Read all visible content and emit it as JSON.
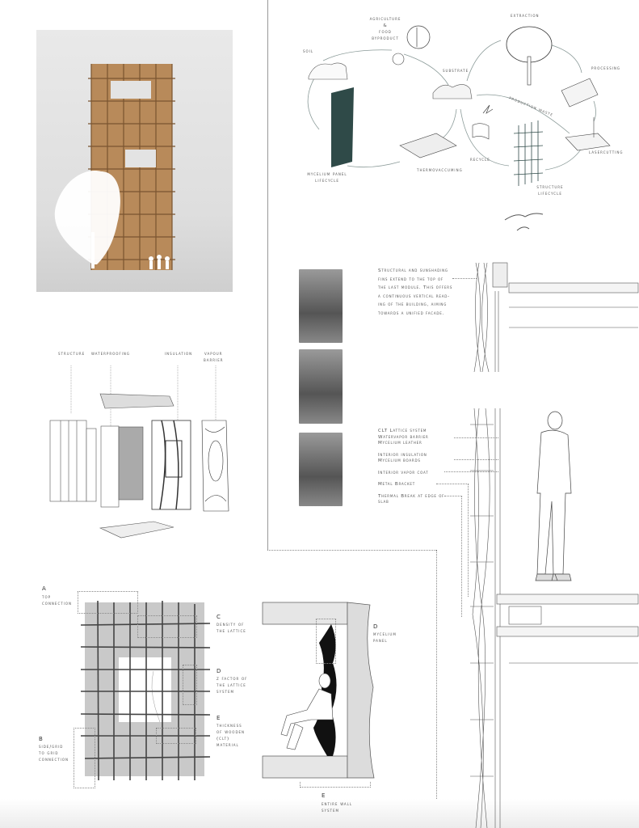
{
  "lifecycle_diagram": {
    "soil": "Soil",
    "agriculture": [
      "Agriculture",
      "&",
      "Food",
      "Byproduct"
    ],
    "extraction": "Extraction",
    "processing": "Processing",
    "substrate": "Substrate",
    "production_waste": "Production waste",
    "lasercutting": "Lasercutting",
    "recycle": "Recycle",
    "thermovaccuming": "Thermovaccuming",
    "mycelium_panel_lifecycle": [
      "Mycelium Panel",
      "Lifecycle"
    ],
    "structure_lifecycle": [
      "Structure",
      "lifecycle"
    ],
    "accent_color": "#2f4a48"
  },
  "exploded_axonometric": {
    "structure": "Structure",
    "waterproofing": "Waterproofing",
    "insulation": "Insulation",
    "vapour_barrier": [
      "Vapour",
      "Barrier"
    ]
  },
  "section_notes": {
    "fins_paragraph": [
      "Structural and sunshading",
      "fins extend to the top of",
      "the last module. This offers",
      "a continuous vertical read-",
      "ing of the building, aiming",
      "towards a unified facade."
    ],
    "layers": [
      [
        "CLT Lattice system",
        "Watervapor barrier",
        "Mycelium leather"
      ],
      [
        "Interior insulation",
        "Mycelium boards"
      ],
      [
        "Interior vapor coat"
      ],
      [
        "Metal Bracket"
      ],
      [
        "Thermal Break at edge of",
        "slab"
      ]
    ]
  },
  "lattice_detail": {
    "a": {
      "letter": "A",
      "text": [
        "Top",
        "Connection"
      ]
    },
    "b": {
      "letter": "B",
      "text": [
        "Side/Grid",
        "to Grid",
        "Connection"
      ]
    },
    "c": {
      "letter": "C",
      "text": [
        "Density of",
        "the Lattice"
      ]
    },
    "d": {
      "letter": "D",
      "text": [
        "Z Factor of",
        "the Lattice",
        "System"
      ]
    },
    "e": {
      "letter": "E",
      "text": [
        "Thickness",
        "of Wooden",
        "(CLT)",
        "Material"
      ]
    }
  },
  "wall_section": {
    "d": {
      "letter": "D",
      "text": [
        "Mycelium",
        "Panel"
      ]
    },
    "e": {
      "letter": "E",
      "text": [
        "Entire Wall",
        "System"
      ]
    }
  }
}
